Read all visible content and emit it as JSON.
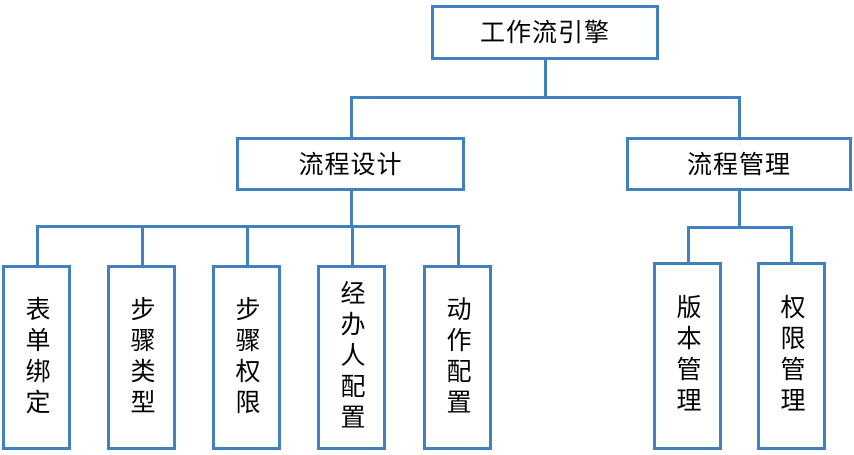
{
  "diagram": {
    "type": "tree",
    "title": "工作流引擎",
    "orientation": "top-down",
    "accent_color": "#4281bf",
    "background_color": "#ffffff",
    "text_color": "#000000"
  },
  "nodes": {
    "root": {
      "label": "工作流引擎",
      "level": 1,
      "text_direction": "horizontal"
    },
    "branch_left": {
      "label": "流程设计",
      "level": 2,
      "text_direction": "horizontal"
    },
    "branch_right": {
      "label": "流程管理",
      "level": 2,
      "text_direction": "horizontal"
    },
    "leaves_left": [
      {
        "label": "表单绑定",
        "level": 3,
        "text_direction": "vertical"
      },
      {
        "label": "步骤类型",
        "level": 3,
        "text_direction": "vertical"
      },
      {
        "label": "步骤权限",
        "level": 3,
        "text_direction": "vertical"
      },
      {
        "label": "经办人配置",
        "level": 3,
        "text_direction": "vertical"
      },
      {
        "label": "动作配置",
        "level": 3,
        "text_direction": "vertical"
      }
    ],
    "leaves_right": [
      {
        "label": "版本管理",
        "level": 3,
        "text_direction": "vertical"
      },
      {
        "label": "权限管理",
        "level": 3,
        "text_direction": "vertical"
      }
    ]
  }
}
